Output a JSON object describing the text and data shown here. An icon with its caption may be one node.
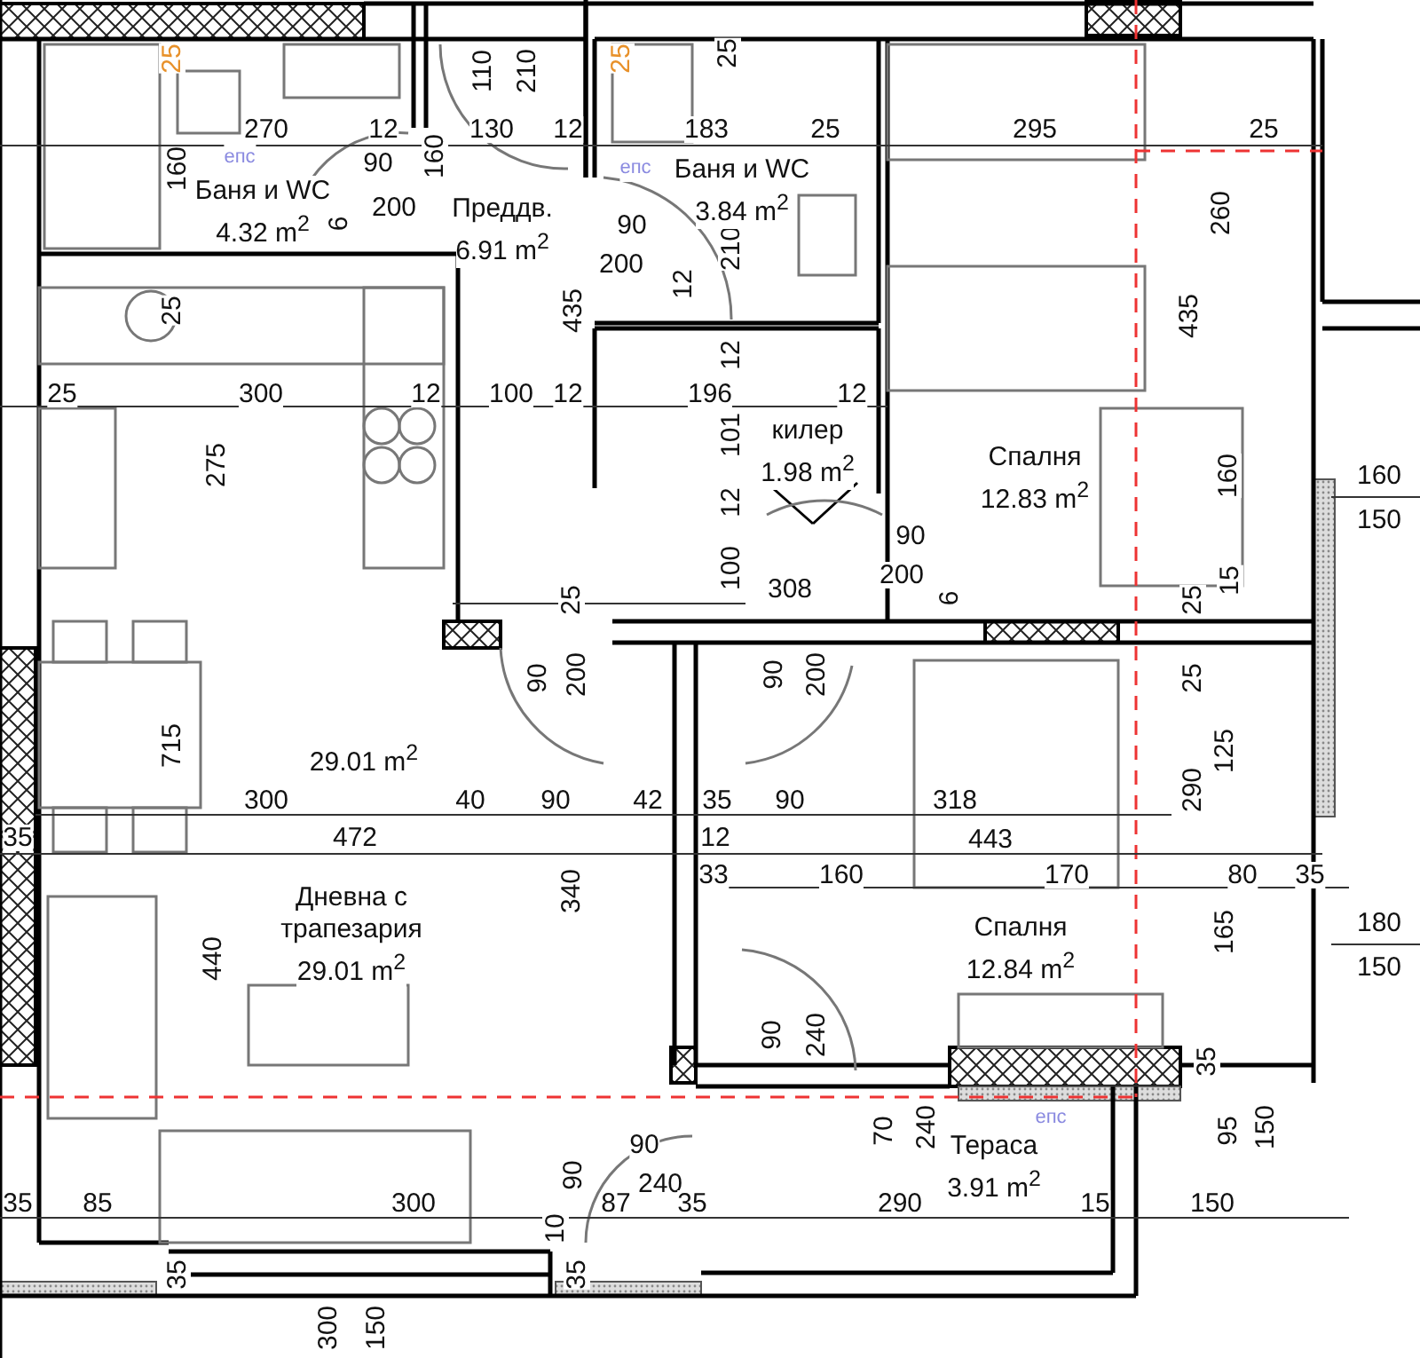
{
  "diagram": {
    "nodes": [
      {
        "text": [
          "Баня и WC",
          "4.32 m$^{2}$"
        ]
      },
      {
        "text": [
          "Преддв.",
          "6.91 m$^{2}$"
        ]
      },
      {
        "text": [
          "Баня и WC",
          "3.84 m$^{2}$"
        ]
      },
      {
        "text": [
          "килер",
          "1.98 m$^{2}$"
        ]
      },
      {
        "text": [
          "Спалня",
          "12.83 m$^{2}$"
        ]
      },
      {
        "text": [
          "29.01 m$^{2}$"
        ]
      },
      {
        "text": [
          "Дневна с трапезария",
          "29.01 m$^{2}$"
        ]
      },
      {
        "text": [
          "Спалня",
          "12.84 m$^{2}$"
        ]
      },
      {
        "text": [
          "Тераса",
          "3.91 m$^{2}$"
        ]
      }
    ],
    "edges": [],
    "labels": [
      "25",
      "110",
      "210",
      "25",
      "25",
      "270",
      "12",
      "130",
      "12",
      "183",
      "25",
      "295",
      "25",
      "епс",
      "епс",
      "160",
      "90",
      "160",
      "200",
      "6",
      "90",
      "210",
      "260",
      "200",
      "12",
      "25",
      "435",
      "435",
      "12",
      "25",
      "300",
      "12",
      "100",
      "12",
      "196",
      "12",
      "101",
      "275",
      "160",
      "160",
      "12",
      "150",
      "90",
      "100",
      "200",
      "308",
      "25",
      "6",
      "25",
      "15",
      "90",
      "200",
      "90",
      "200",
      "25",
      "715",
      "125",
      "290",
      "300",
      "40",
      "90",
      "42",
      "35",
      "90",
      "318",
      "35",
      "472",
      "12",
      "443",
      "33",
      "160",
      "170",
      "80",
      "35",
      "340",
      "165",
      "180",
      "150",
      "440",
      "90",
      "240",
      "35",
      "епс",
      "70",
      "240",
      "95",
      "150",
      "90",
      "90",
      "240",
      "35",
      "85",
      "300",
      "87",
      "35",
      "290",
      "15",
      "150",
      "10",
      "35",
      "35",
      "300",
      "150"
    ]
  }
}
